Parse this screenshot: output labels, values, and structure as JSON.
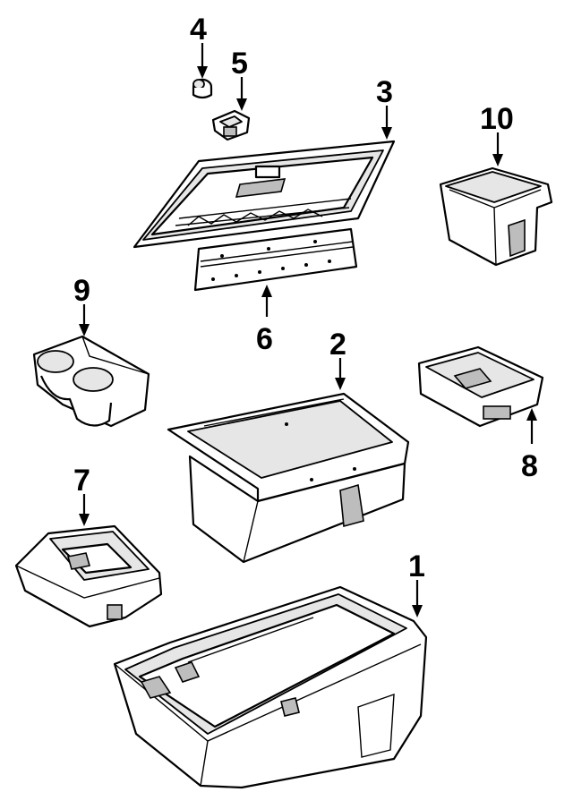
{
  "callouts": [
    {
      "id": "1",
      "label": "1",
      "part": "console-base"
    },
    {
      "id": "2",
      "label": "2",
      "part": "storage-compartment"
    },
    {
      "id": "3",
      "label": "3",
      "part": "lid"
    },
    {
      "id": "4",
      "label": "4",
      "part": "lid-bumper"
    },
    {
      "id": "5",
      "label": "5",
      "part": "latch"
    },
    {
      "id": "6",
      "label": "6",
      "part": "hinge"
    },
    {
      "id": "7",
      "label": "7",
      "part": "rear-trim-panel"
    },
    {
      "id": "8",
      "label": "8",
      "part": "tray"
    },
    {
      "id": "9",
      "label": "9",
      "part": "cup-holder"
    },
    {
      "id": "10",
      "label": "10",
      "part": "coin-bin"
    }
  ]
}
